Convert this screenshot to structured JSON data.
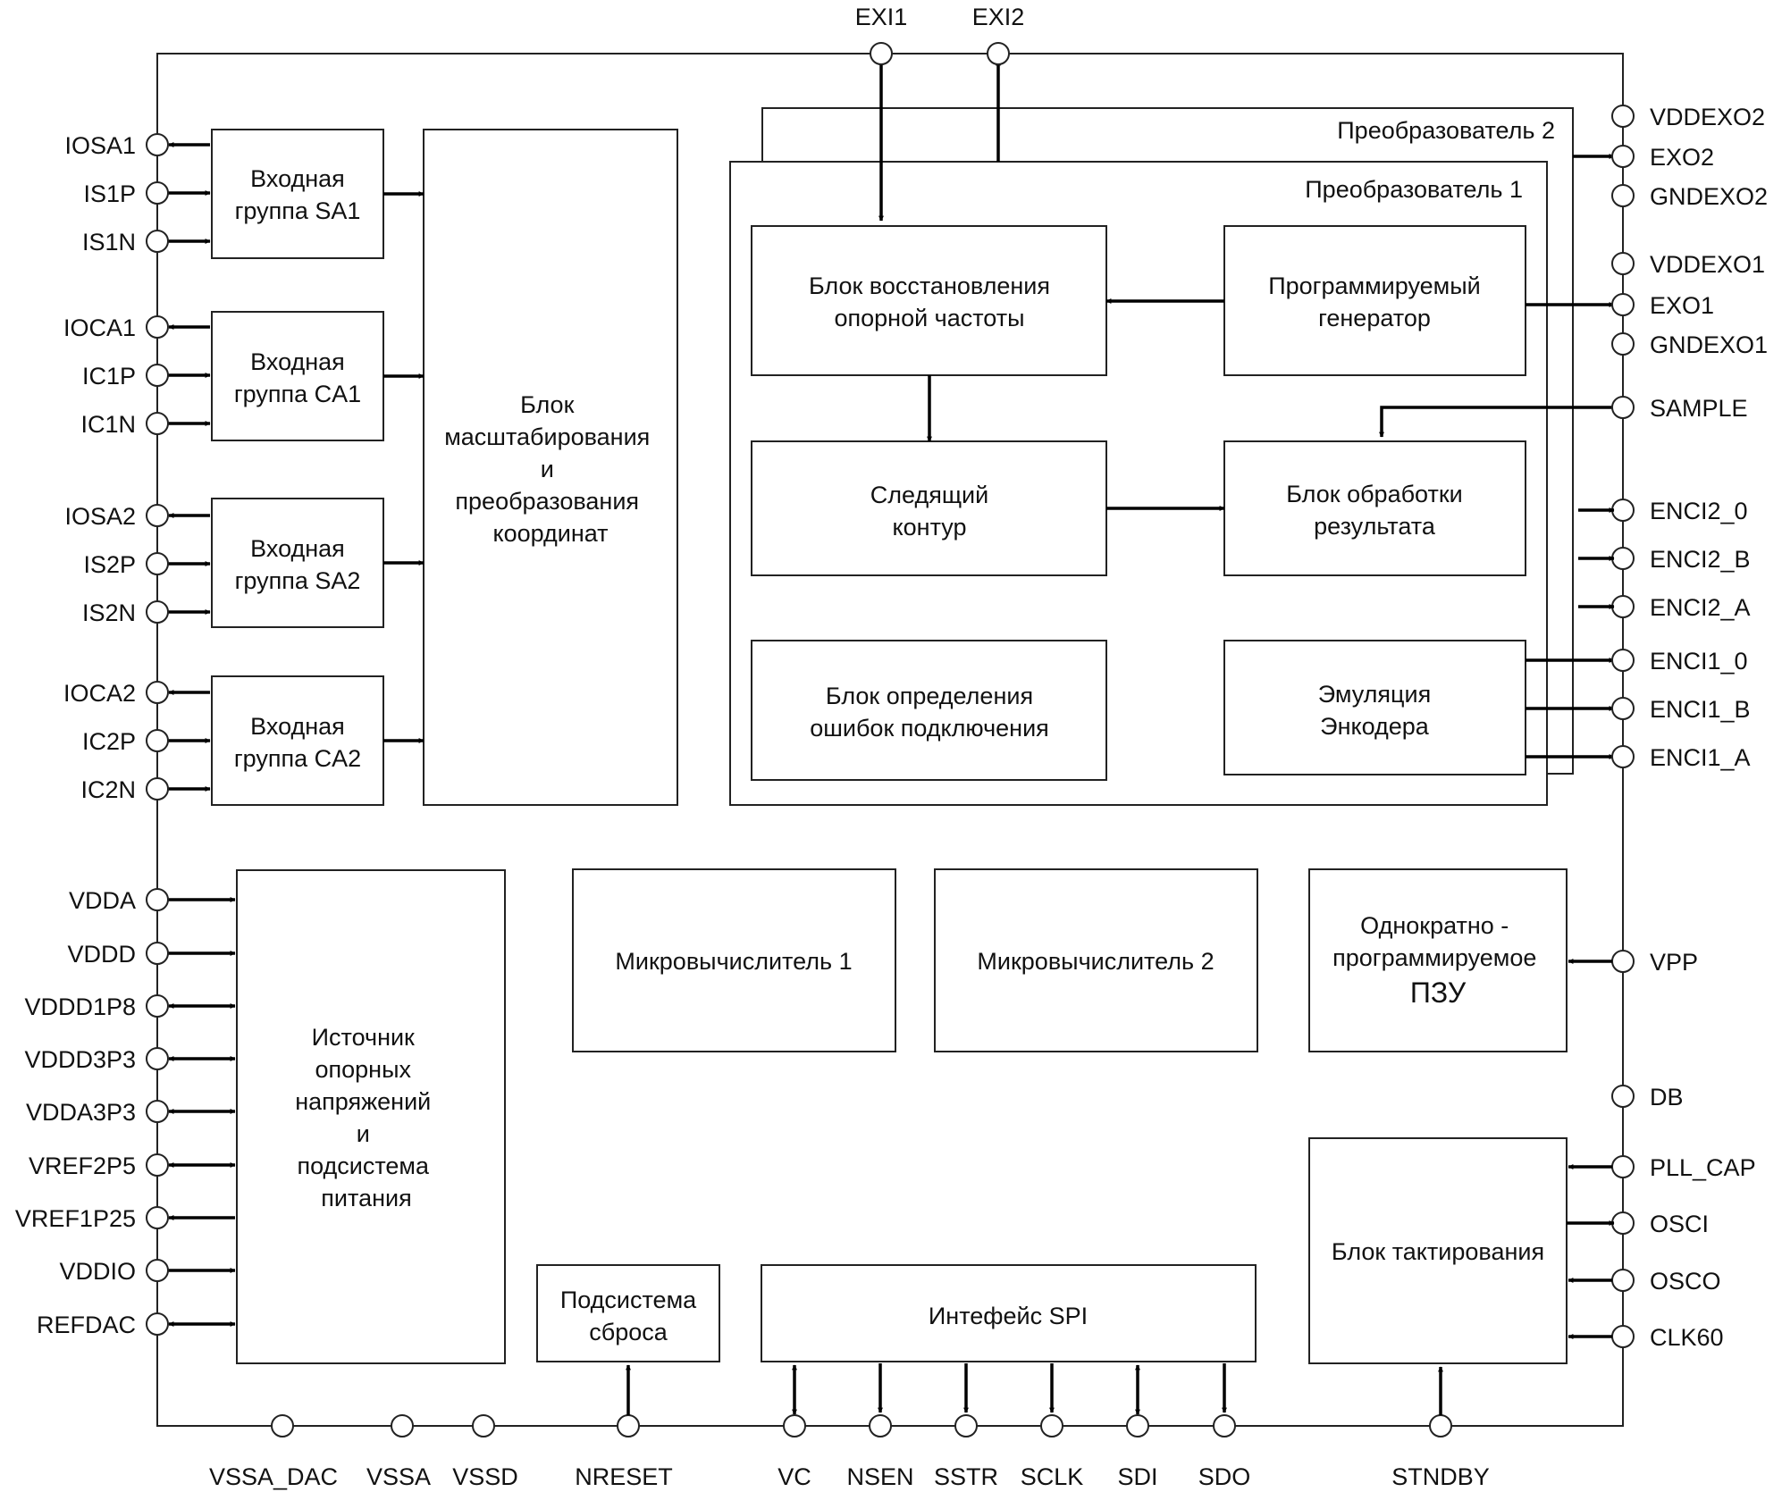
{
  "blocks": {
    "sa1": [
      "Входная",
      "группа SA1"
    ],
    "ca1": [
      "Входная",
      "группа CA1"
    ],
    "sa2": [
      "Входная",
      "группа SA2"
    ],
    "ca2": [
      "Входная",
      "группа CA2"
    ],
    "scaling": [
      "Блок",
      "масштабирования",
      "и",
      "преобразования",
      "координат"
    ],
    "converter2": "Преобразователь 2",
    "converter1": "Преобразователь 1",
    "freq_recovery": [
      "Блок восстановления",
      "опорной частоты"
    ],
    "prog_generator": [
      "Программируемый",
      "генератор"
    ],
    "tracking": [
      "Следящий",
      "контур"
    ],
    "result_processing": [
      "Блок обработки",
      "результата"
    ],
    "error_detection": [
      "Блок определения",
      "ошибок подключения"
    ],
    "encoder_emulation": [
      "Эмуляция",
      "Энкодера"
    ],
    "ref_power": [
      "Источник",
      "опорных",
      "напряжений",
      "и",
      "подсистема",
      "питания"
    ],
    "mcu1": "Микровычислитель 1",
    "mcu2": "Микровычислитель 2",
    "otp": [
      "Однократно -",
      "программируемое",
      "ПЗУ"
    ],
    "reset": [
      "Подсистема",
      "сброса"
    ],
    "spi": "Интефейс SPI",
    "clocking": "Блок тактирования"
  },
  "pins": {
    "top": [
      "EXI1",
      "EXI2"
    ],
    "left": [
      "IOSA1",
      "IS1P",
      "IS1N",
      "IOCA1",
      "IC1P",
      "IC1N",
      "IOSA2",
      "IS2P",
      "IS2N",
      "IOCA2",
      "IC2P",
      "IC2N",
      "VDDA",
      "VDDD",
      "VDDD1P8",
      "VDDD3P3",
      "VDDA3P3",
      "VREF2P5",
      "VREF1P25",
      "VDDIO",
      "REFDAC"
    ],
    "right": [
      "VDDEXO2",
      "EXO2",
      "GNDEXO2",
      "VDDEXO1",
      "EXO1",
      "GNDEXO1",
      "SAMPLE",
      "ENCI2_0",
      "ENCI2_B",
      "ENCI2_A",
      "ENCI1_0",
      "ENCI1_B",
      "ENCI1_A",
      "VPP",
      "DB",
      "PLL_CAP",
      "OSCI",
      "OSCO",
      "CLK60"
    ],
    "bottom": [
      "VSSA_DAC",
      "VSSA",
      "VSSD",
      "NRESET",
      "VC",
      "NSEN",
      "SSTR",
      "SCLK",
      "SDI",
      "SDO",
      "STNDBY"
    ]
  }
}
